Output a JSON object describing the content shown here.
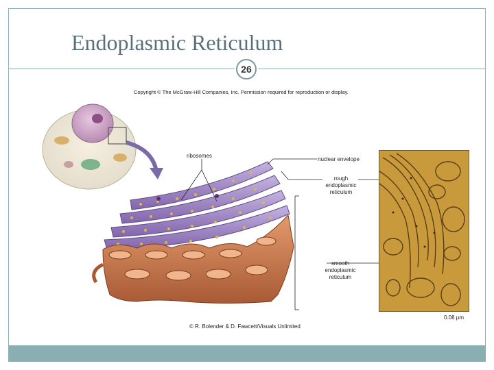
{
  "slide": {
    "title": "Endoplasmic Reticulum",
    "page_number": "26",
    "copyright": "Copyright © The McGraw-Hill Companies, Inc. Permission required for reproduction or display."
  },
  "labels": {
    "ribosomes": "ribosomes",
    "nuclear_envelope": "nuclear envelope",
    "rough_er": [
      "rough",
      "endoplasmic",
      "reticulum"
    ],
    "smooth_er": [
      "smooth",
      "endoplasmic",
      "reticulum"
    ],
    "scale_bar": "0.08 µm",
    "photo_credit": "© R. Bolender & D. Fawcett/Visuals Unlimited"
  },
  "colors": {
    "frame": "#8fb1b6",
    "title": "#59707a",
    "footer": "#8aaeb1",
    "rough_er_membrane": "#9b83c4",
    "smooth_er_tissue": "#c97a4e",
    "micrograph": "#c99a3c"
  }
}
